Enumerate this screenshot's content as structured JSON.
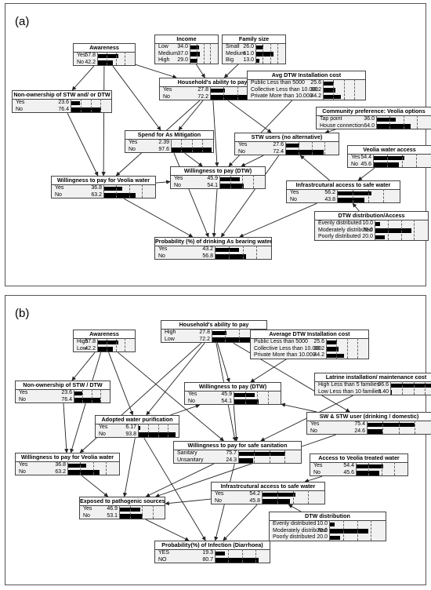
{
  "panels": [
    {
      "id": "a",
      "label": "(a)",
      "nodes": [
        {
          "id": "income",
          "title": "Income",
          "states": [
            {
              "label": "Low",
              "value": "34.0"
            },
            {
              "label": "Medium",
              "value": "37.0"
            },
            {
              "label": "High",
              "value": "29.0"
            }
          ]
        },
        {
          "id": "family",
          "title": "Family size",
          "states": [
            {
              "label": "Small",
              "value": "26.0"
            },
            {
              "label": "Medium",
              "value": "61.0"
            },
            {
              "label": "Big",
              "value": "13.0"
            }
          ]
        },
        {
          "id": "awareness",
          "title": "Awareness",
          "states": [
            {
              "label": "Yes",
              "value": "57.8"
            },
            {
              "label": "No",
              "value": "42.2"
            }
          ]
        },
        {
          "id": "hab",
          "title": "Household's ability to pay",
          "states": [
            {
              "label": "Yes",
              "value": "27.8"
            },
            {
              "label": "No",
              "value": "72.2"
            }
          ]
        },
        {
          "id": "avgdtw",
          "title": "Avg DTW Installation cost",
          "states": [
            {
              "label": "Public Less than 5000",
              "value": "25.6"
            },
            {
              "label": "Collective Less than 10.000",
              "value": "30.2"
            },
            {
              "label": "Private More than 10.000",
              "value": "44.2"
            }
          ]
        },
        {
          "id": "nonown",
          "title": "Non-ownership of STW and/ or DTW",
          "states": [
            {
              "label": "Yes",
              "value": "23.6"
            },
            {
              "label": "No",
              "value": "76.4"
            }
          ]
        },
        {
          "id": "community",
          "title": "Community preference: Veolia options",
          "states": [
            {
              "label": "Tap point",
              "value": "36.0"
            },
            {
              "label": "House connection",
              "value": "64.0"
            }
          ]
        },
        {
          "id": "spend",
          "title": "Spend for As Mitigation",
          "states": [
            {
              "label": "Yes",
              "value": "2.39"
            },
            {
              "label": "No",
              "value": "97.6"
            }
          ]
        },
        {
          "id": "stw",
          "title": "STW users (no alternative)",
          "states": [
            {
              "label": "Yes",
              "value": "27.6"
            },
            {
              "label": "No",
              "value": "72.4"
            }
          ]
        },
        {
          "id": "veoliaacc",
          "title": "Veolia water access",
          "states": [
            {
              "label": "Yes",
              "value": "54.4"
            },
            {
              "label": "No",
              "value": "45.6"
            }
          ]
        },
        {
          "id": "wtpveolia",
          "title": "Willingness to pay for Veolia water",
          "states": [
            {
              "label": "Yes",
              "value": "36.8"
            },
            {
              "label": "No",
              "value": "63.2"
            }
          ]
        },
        {
          "id": "wtpdtw",
          "title": "Willingness to pay (DTW)",
          "states": [
            {
              "label": "Yes",
              "value": "45.9"
            },
            {
              "label": "No",
              "value": "54.1"
            }
          ]
        },
        {
          "id": "infra",
          "title": "Infrastrcutural access to safe water",
          "states": [
            {
              "label": "Yes",
              "value": "56.2"
            },
            {
              "label": "No",
              "value": "43.8"
            }
          ]
        },
        {
          "id": "dtwdist",
          "title": "DTW distribution/Access",
          "states": [
            {
              "label": "Evenly distributed",
              "value": "10.0"
            },
            {
              "label": "Moderately distributed",
              "value": "70.0"
            },
            {
              "label": "Poorly distributed",
              "value": "20.0"
            }
          ]
        },
        {
          "id": "prob",
          "title": "Probability (%) of drinking As bearing water",
          "states": [
            {
              "label": "Yes",
              "value": "43.2"
            },
            {
              "label": "No",
              "value": "56.8"
            }
          ]
        }
      ]
    },
    {
      "id": "b",
      "label": "(b)",
      "nodes": [
        {
          "id": "awareness",
          "title": "Awareness",
          "states": [
            {
              "label": "High",
              "value": "57.8"
            },
            {
              "label": "Low",
              "value": "42.2"
            }
          ]
        },
        {
          "id": "hab",
          "title": "Household's ability to pay",
          "states": [
            {
              "label": "High",
              "value": "27.8"
            },
            {
              "label": "Low",
              "value": "72.2"
            }
          ]
        },
        {
          "id": "avgdtw",
          "title": "Average DTW Installation cost",
          "states": [
            {
              "label": "Public Less than 5000",
              "value": "25.6"
            },
            {
              "label": "Collective Less than 10.000",
              "value": "30.2"
            },
            {
              "label": "Private More than 10.000",
              "value": "44.2"
            }
          ]
        },
        {
          "id": "latrine",
          "title": "Latrine installation/ maintenance cost",
          "states": [
            {
              "label": "High Less than 5 families",
              "value": "96.6"
            },
            {
              "label": "Low Less than 10 families",
              "value": "3.40"
            }
          ]
        },
        {
          "id": "nonown",
          "title": "Non-ownership of STW / DTW",
          "states": [
            {
              "label": "Yes",
              "value": "23.6"
            },
            {
              "label": "No",
              "value": "76.4"
            }
          ]
        },
        {
          "id": "wtpdtw",
          "title": "Willingness to pay (DTW)",
          "states": [
            {
              "label": "Yes",
              "value": "45.9"
            },
            {
              "label": "No",
              "value": "54.1"
            }
          ]
        },
        {
          "id": "adopted",
          "title": "Adopted water purification",
          "states": [
            {
              "label": "Yes",
              "value": "6.17"
            },
            {
              "label": "No",
              "value": "93.8"
            }
          ]
        },
        {
          "id": "swstw",
          "title": "SW & STW user (drinking / domestic)",
          "states": [
            {
              "label": "Yes",
              "value": "75.4"
            },
            {
              "label": "No",
              "value": "24.6"
            }
          ]
        },
        {
          "id": "wtpsan",
          "title": "Willingness to pay for safe sanitation",
          "states": [
            {
              "label": "Sanitary",
              "value": "75.7"
            },
            {
              "label": "Unsanitary",
              "value": "24.3"
            }
          ]
        },
        {
          "id": "wtpveolia",
          "title": "Willingness to pay for Veolia water",
          "states": [
            {
              "label": "Yes",
              "value": "36.8"
            },
            {
              "label": "No",
              "value": "63.2"
            }
          ]
        },
        {
          "id": "veoliaacc",
          "title": "Access to Veolia treated water",
          "states": [
            {
              "label": "Yes",
              "value": "54.4"
            },
            {
              "label": "No",
              "value": "45.6"
            }
          ]
        },
        {
          "id": "exposed",
          "title": "Exposed to pathogenic sources",
          "states": [
            {
              "label": "Yes",
              "value": "46.9"
            },
            {
              "label": "No",
              "value": "53.1"
            }
          ]
        },
        {
          "id": "infra",
          "title": "Infrastrcutural access to safe water",
          "states": [
            {
              "label": "Yes",
              "value": "54.2"
            },
            {
              "label": "No",
              "value": "45.8"
            }
          ]
        },
        {
          "id": "dtwdist",
          "title": "DTW distribution",
          "states": [
            {
              "label": "Evenly distributed",
              "value": "10.0"
            },
            {
              "label": "Moderately distributed",
              "value": "70.0"
            },
            {
              "label": "Poorly distributed",
              "value": "20.0"
            }
          ]
        },
        {
          "id": "prob",
          "title": "Probability(%) of Infection (Diarrhoea)",
          "states": [
            {
              "label": "YES",
              "value": "19.3"
            },
            {
              "label": "NO",
              "value": "80.7"
            }
          ]
        }
      ]
    }
  ]
}
